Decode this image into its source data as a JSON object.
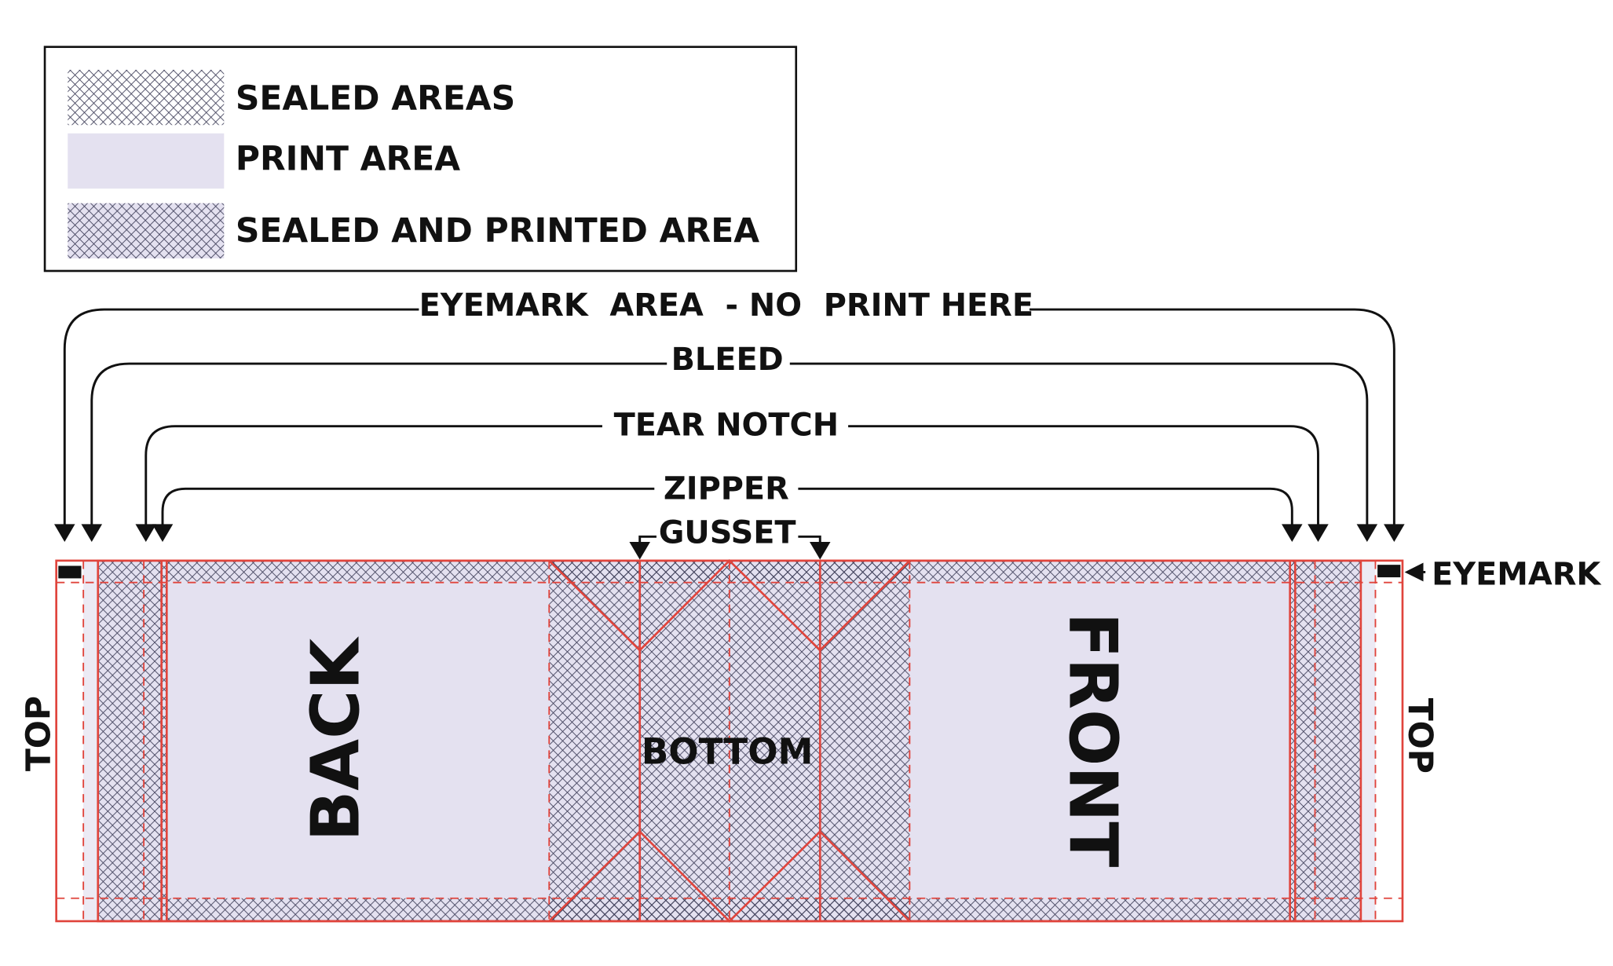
{
  "legend": {
    "items": [
      {
        "label": "SEALED AREAS",
        "swatch": "sealed"
      },
      {
        "label": "PRINT AREA",
        "swatch": "print"
      },
      {
        "label": "SEALED AND PRINTED AREA",
        "swatch": "sealed-printed"
      }
    ]
  },
  "callouts": {
    "eyemark_area": "EYEMARK  AREA  - NO  PRINT HERE",
    "bleed": "BLEED",
    "tear_notch": "TEAR NOTCH",
    "zipper": "ZIPPER",
    "gusset": "GUSSET",
    "eyemark": "EYEMARK"
  },
  "panels": {
    "back": "BACK",
    "bottom": "BOTTOM",
    "front": "FRONT",
    "top_left": "TOP",
    "top_right": "TOP"
  },
  "colors": {
    "print_fill": "#e4e1f0",
    "hatch_line": "#3a3a55",
    "outline_red": "#e0443c",
    "stroke_black": "#111111"
  }
}
